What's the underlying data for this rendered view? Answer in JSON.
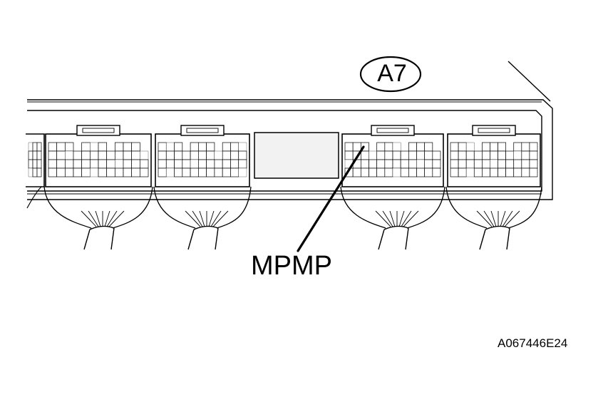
{
  "callout": {
    "connector_id": "A7"
  },
  "terminal": {
    "label": "MPMP"
  },
  "figure": {
    "code": "A067446E24"
  },
  "colors": {
    "ink": "#000000",
    "paper": "#ffffff",
    "connector_window": "#f2f2f2"
  },
  "connectors": [
    {
      "name": "partial-left"
    },
    {
      "name": "left"
    },
    {
      "name": "center-left"
    },
    {
      "name": "center-right",
      "has_probe": true
    },
    {
      "name": "right"
    }
  ]
}
